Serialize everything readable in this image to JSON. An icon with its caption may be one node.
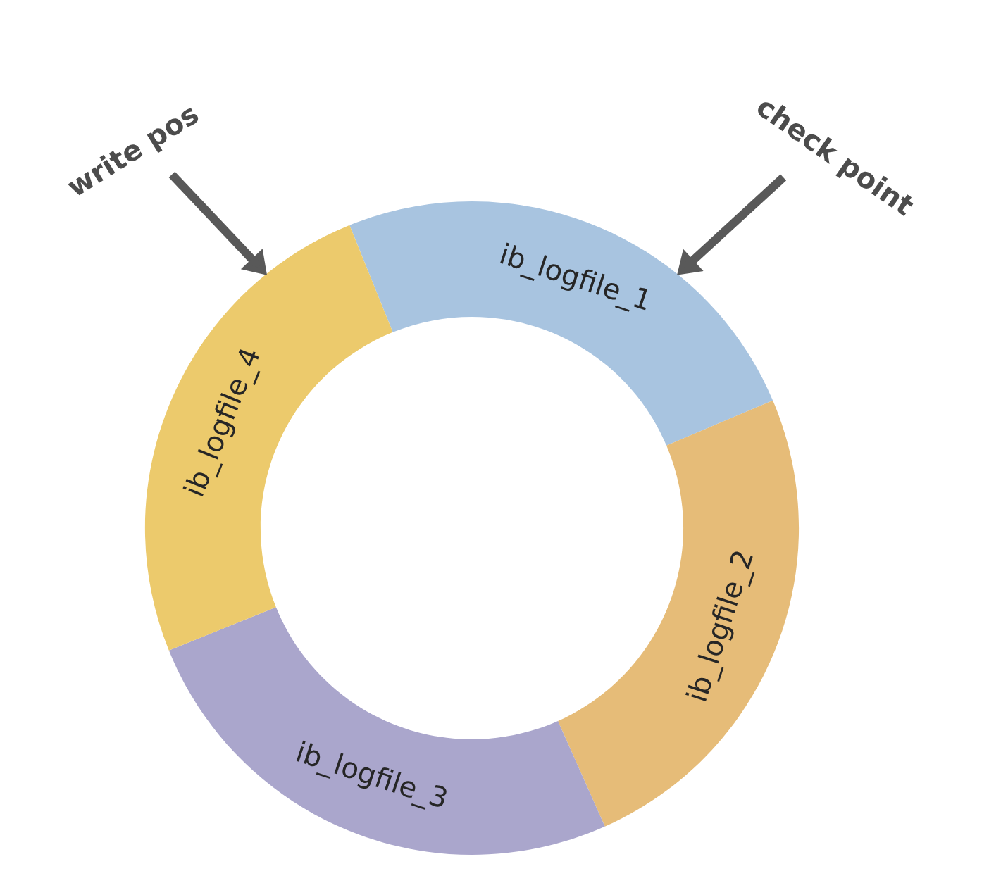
{
  "diagram": {
    "nodes": [
      {
        "text": [
          "write pos"
        ]
      },
      {
        "text": [
          "check point"
        ]
      },
      {
        "text": [
          "ib_logfile_1"
        ]
      },
      {
        "text": [
          "ib_logfile_2"
        ]
      },
      {
        "text": [
          "ib_logfile_3"
        ]
      },
      {
        "text": [
          "ib_logfile_4"
        ]
      }
    ],
    "edges": [
      {
        "from": 0,
        "to": 5,
        "arrow": "to"
      },
      {
        "from": 1,
        "to": 2,
        "arrow": "to"
      }
    ]
  }
}
